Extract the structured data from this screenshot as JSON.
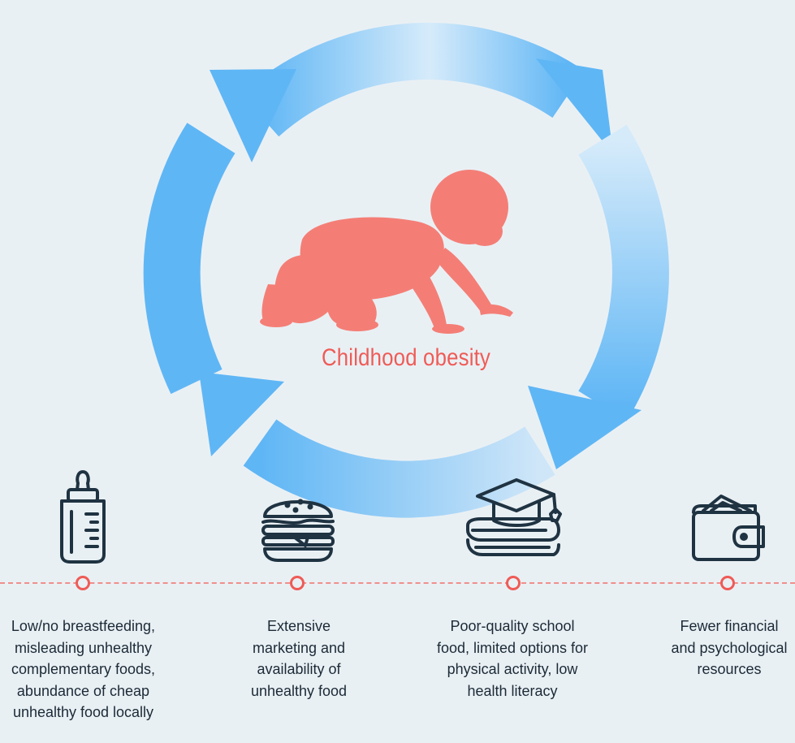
{
  "center": {
    "label": "Childhood obesity"
  },
  "factors": [
    {
      "icon": "baby-bottle-icon",
      "text": "Low/no breastfeeding,\nmisleading unhealthy\ncomplementary foods,\nabundance of cheap\nunhealthy food locally"
    },
    {
      "icon": "burger-icon",
      "text": "Extensive\nmarketing and\navailability of\nunhealthy food"
    },
    {
      "icon": "books-graduation-cap-icon",
      "text": "Poor-quality school\nfood, limited options for\nphysical activity, low\nhealth literacy"
    },
    {
      "icon": "wallet-icon",
      "text": "Fewer financial\nand psychological\nresources"
    }
  ],
  "colors": {
    "background": "#e9f0f4",
    "accent": "#ef5b56",
    "cycle_arrow": "#5fb6f5",
    "icon_stroke": "#1f3342",
    "baby": "#f47e76"
  }
}
